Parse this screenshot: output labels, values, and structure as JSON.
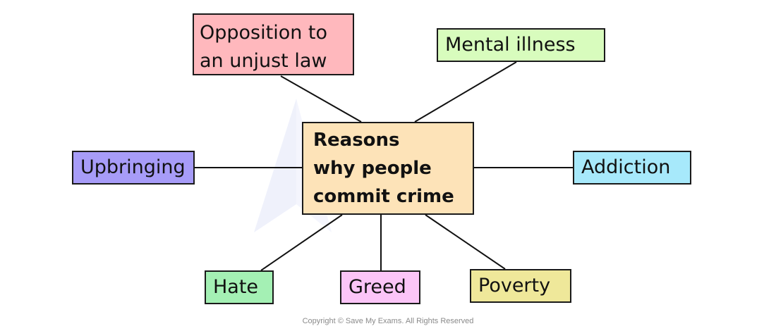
{
  "center": {
    "lines": [
      "Reasons",
      "why people",
      "commit crime"
    ],
    "color": "#fde3b8"
  },
  "nodes": {
    "opposition": {
      "lines": [
        "Opposition to",
        "an unjust law"
      ],
      "color": "#ffb8bd"
    },
    "mental_illness": {
      "label": "Mental illness",
      "color": "#d8fcbd"
    },
    "upbringing": {
      "label": "Upbringing",
      "color": "#a79cf8"
    },
    "addiction": {
      "label": "Addiction",
      "color": "#a7e9fb"
    },
    "hate": {
      "label": "Hate",
      "color": "#a4f0b4"
    },
    "greed": {
      "label": "Greed",
      "color": "#fbc5f7"
    },
    "poverty": {
      "label": "Poverty",
      "color": "#efe89a"
    }
  },
  "footer": {
    "copyright": "Copyright © Save My Exams. All Rights Reserved"
  }
}
